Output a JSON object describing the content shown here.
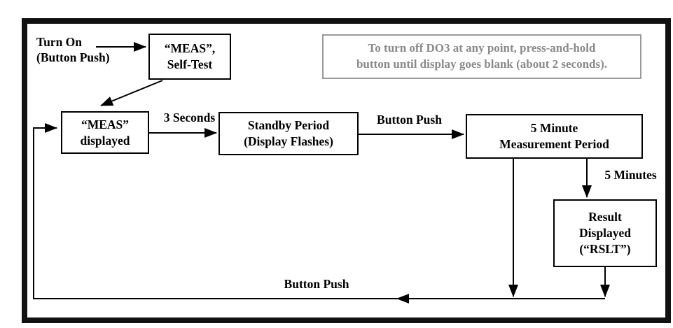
{
  "diagram": {
    "title_semantic": "DO3 meter operation flowchart",
    "note": {
      "line1": "To turn off DO3 at any point, press-and-hold",
      "line2": "button until display goes blank (about 2 seconds)."
    },
    "boxes": {
      "self_test": {
        "line1": "“MEAS”,",
        "line2": "Self-Test"
      },
      "meas_displayed": {
        "line1": "“MEAS”",
        "line2": "displayed"
      },
      "standby": {
        "line1": "Standby Period",
        "line2": "(Display Flashes)"
      },
      "measurement": {
        "line1": "5 Minute",
        "line2": "Measurement Period"
      },
      "result": {
        "line1": "Result",
        "line2": "Displayed",
        "line3": "(“RSLT”)"
      }
    },
    "labels": {
      "turn_on_line1": "Turn On",
      "turn_on_line2": "(Button Push)",
      "three_seconds": "3 Seconds",
      "button_push_top": "Button Push",
      "five_minutes": "5 Minutes",
      "button_push_bottom": "Button Push"
    },
    "colors": {
      "line": "#000000",
      "frame": "#111111",
      "note_text": "#8a8a8a",
      "note_border": "#9a9a9a",
      "background": "#ffffff"
    }
  }
}
